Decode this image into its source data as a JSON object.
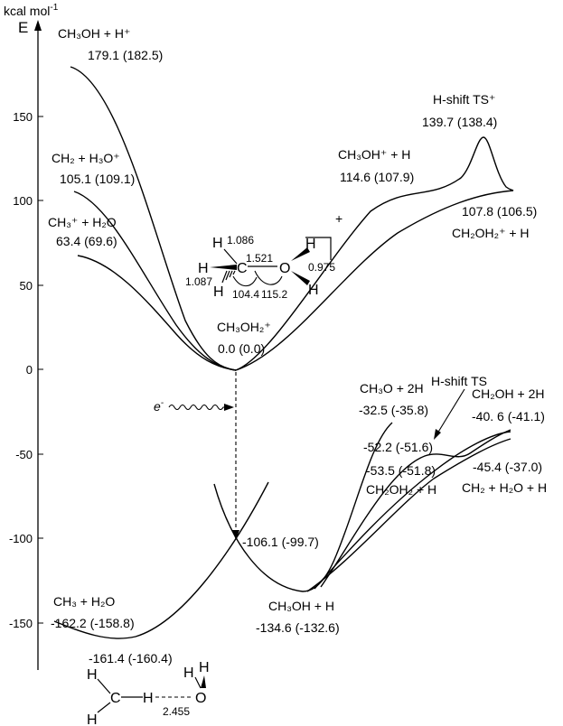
{
  "axis": {
    "unit_main": "kcal mol",
    "unit_sup": "-1",
    "energy_label": "E",
    "ticks": [
      "150",
      "100",
      "50",
      "0",
      "-50",
      "-100",
      "-150"
    ]
  },
  "species": {
    "ch3oh_hplus": {
      "formula": "CH₃OH + H⁺",
      "energy": "179.1 (182.5)"
    },
    "ch2_h3oplus": {
      "formula": "CH₂ + H₃O⁺",
      "energy": "105.1 (109.1)"
    },
    "ch3plus_h2o": {
      "formula": "CH₃⁺ + H₂O",
      "energy": "63.4 (69.6)"
    },
    "ch3oh2plus": {
      "formula": "CH₃OH₂⁺",
      "energy": "0.0 (0.0)"
    },
    "ch3ohplus_h": {
      "formula": "CH₃OH⁺ + H",
      "energy": "114.6 (107.9)"
    },
    "hshift_ts_plus": {
      "formula": "H-shift TS⁺",
      "energy": "139.7 (138.4)"
    },
    "ch2oh2plus_h": {
      "formula": "CH₂OH₂⁺ + H",
      "energy": "107.8 (106.5)"
    },
    "hshift_ts": {
      "formula": "H-shift TS"
    },
    "ch3o_2h": {
      "formula": "CH₃O + 2H",
      "energy": "-32.5 (-35.8)"
    },
    "ch2oh_2h": {
      "formula": "CH₂OH + 2H",
      "energy": "-40. 6 (-41.1)"
    },
    "ts_minor": {
      "energy": "-52.2 (-51.6)"
    },
    "ch2oh2_h": {
      "formula": "CH₂OH₂ + H",
      "energy": "-53.5 (-51.8)"
    },
    "ch2_h2o_h": {
      "formula": "CH₂ + H₂O + H",
      "energy": "-45.4 (-37.0)"
    },
    "crossing": {
      "energy": "-106.1 (-99.7)"
    },
    "ch3oh_h": {
      "formula": "CH₃OH + H",
      "energy": "-134.6 (-132.6)"
    },
    "ch3_h2o": {
      "formula": "CH₃ + H₂O",
      "energy": "-162.2 (-158.8)"
    },
    "complex_min": {
      "energy": "-161.4 (-160.4)"
    }
  },
  "electron": {
    "label": "e",
    "sup": "-"
  },
  "cation_geometry": {
    "atoms": {
      "c": "C",
      "o": "O",
      "h": "H"
    },
    "charge": "+",
    "values": [
      "1.086",
      "1.521",
      "1.087",
      "104.4",
      "115.2",
      "0.975"
    ]
  },
  "complex_geometry": {
    "atoms": {
      "c": "C",
      "o": "O",
      "h": "H"
    },
    "distance": "2.455"
  }
}
